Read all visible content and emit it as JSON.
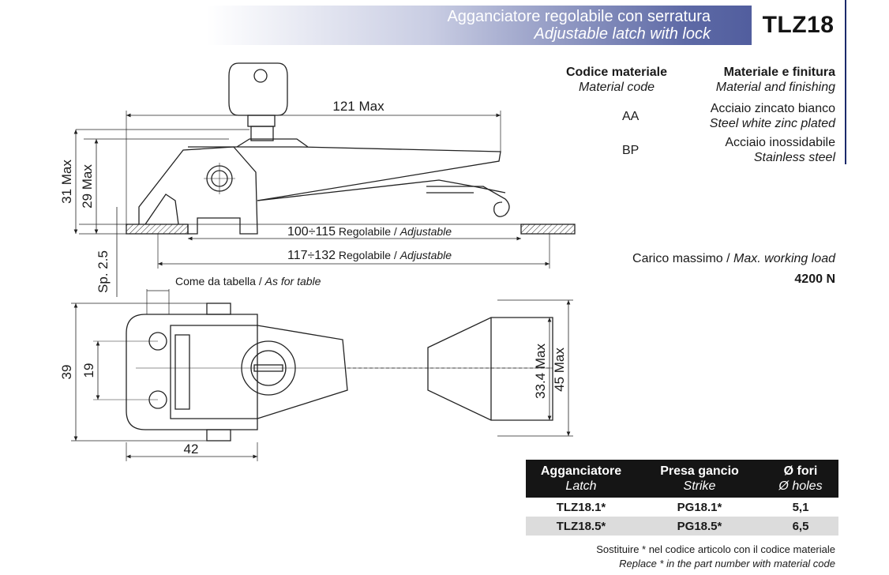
{
  "header": {
    "title_it": "Agganciatore regolabile con serratura",
    "title_en": "Adjustable latch with lock",
    "code": "TLZ18"
  },
  "materials": {
    "col1_head_it": "Codice materiale",
    "col1_head_en": "Material code",
    "col2_head_it": "Materiale e finitura",
    "col2_head_en": "Material and finishing",
    "rows": [
      {
        "code": "AA",
        "material_it": "Acciaio zincato bianco",
        "material_en": "Steel white zinc plated"
      },
      {
        "code": "BP",
        "material_it": "Acciaio inossidabile",
        "material_en": "Stainless steel"
      }
    ]
  },
  "load": {
    "label_it": "Carico massimo / ",
    "label_en": "Max. working load",
    "value": "4200 N"
  },
  "dimensions": {
    "max121": "121 Max",
    "max31": "31 Max",
    "max29": "29 Max",
    "thk": "Sp. 2.5",
    "adj1_val": "100÷115",
    "adj1_it": " Regolabile / ",
    "adj1_en": "Adjustable",
    "adj2_val": "117÷132",
    "adj2_it": " Regolabile / ",
    "adj2_en": "Adjustable",
    "table_note_it": "Come da tabella / ",
    "table_note_en": "As for table",
    "d39": "39",
    "d19": "19",
    "d42": "42",
    "d334": "33.4 Max",
    "d45": "45 Max"
  },
  "part_table": {
    "headers": [
      {
        "it": "Agganciatore",
        "en": "Latch"
      },
      {
        "it": "Presa gancio",
        "en": "Strike"
      },
      {
        "it": "Ø fori",
        "en": "Ø holes"
      }
    ],
    "rows": [
      [
        "TLZ18.1*",
        "PG18.1*",
        "5,1"
      ],
      [
        "TLZ18.5*",
        "PG18.5*",
        "6,5"
      ]
    ]
  },
  "footnote": {
    "it": "Sostituire * nel codice articolo con il codice materiale",
    "en": "Replace * in the part number with material code"
  }
}
